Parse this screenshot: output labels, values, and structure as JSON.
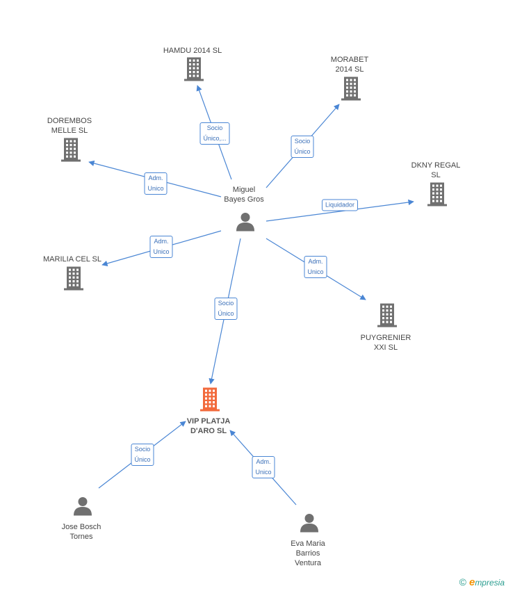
{
  "nodes": [
    {
      "id": "miguel",
      "label": "Miguel\nBayes Gros",
      "kind": "person"
    },
    {
      "id": "hamdu",
      "label": "HAMDU 2014  SL",
      "kind": "company"
    },
    {
      "id": "morabet",
      "label": "MORABET\n2014  SL",
      "kind": "company"
    },
    {
      "id": "dorembos",
      "label": "DOREMBOS\nMELLE  SL",
      "kind": "company"
    },
    {
      "id": "dkny",
      "label": "DKNY REGAL\nSL",
      "kind": "company"
    },
    {
      "id": "marilia",
      "label": "MARILIA CEL  SL",
      "kind": "company"
    },
    {
      "id": "puygrenier",
      "label": "PUYGRENIER\nXXI SL",
      "kind": "company"
    },
    {
      "id": "vip",
      "label": "VIP PLATJA\nD'ARO SL",
      "kind": "company-focus"
    },
    {
      "id": "jose",
      "label": "Jose Bosch\nTornes",
      "kind": "person"
    },
    {
      "id": "eva",
      "label": "Eva Maria\nBarrios\nVentura",
      "kind": "person"
    }
  ],
  "edges": [
    {
      "from": "miguel",
      "to": "hamdu",
      "label": "Socio\nÚnico,..."
    },
    {
      "from": "miguel",
      "to": "morabet",
      "label": "Socio\nÚnico"
    },
    {
      "from": "miguel",
      "to": "dorembos",
      "label": "Adm.\nUnico"
    },
    {
      "from": "miguel",
      "to": "dkny",
      "label": "Liquidador"
    },
    {
      "from": "miguel",
      "to": "marilia",
      "label": "Adm.\nUnico"
    },
    {
      "from": "miguel",
      "to": "puygrenier",
      "label": "Adm.\nUnico"
    },
    {
      "from": "miguel",
      "to": "vip",
      "label": "Socio\nÚnico"
    },
    {
      "from": "jose",
      "to": "vip",
      "label": "Socio\nÚnico"
    },
    {
      "from": "eva",
      "to": "vip",
      "label": "Adm.\nUnico"
    }
  ],
  "colors": {
    "edge": "#4a86d4",
    "company": "#707070",
    "company_focus": "#f26a3c",
    "person": "#707070"
  },
  "brand": {
    "copyright": "©",
    "initial": "e",
    "rest": "mpresia"
  }
}
